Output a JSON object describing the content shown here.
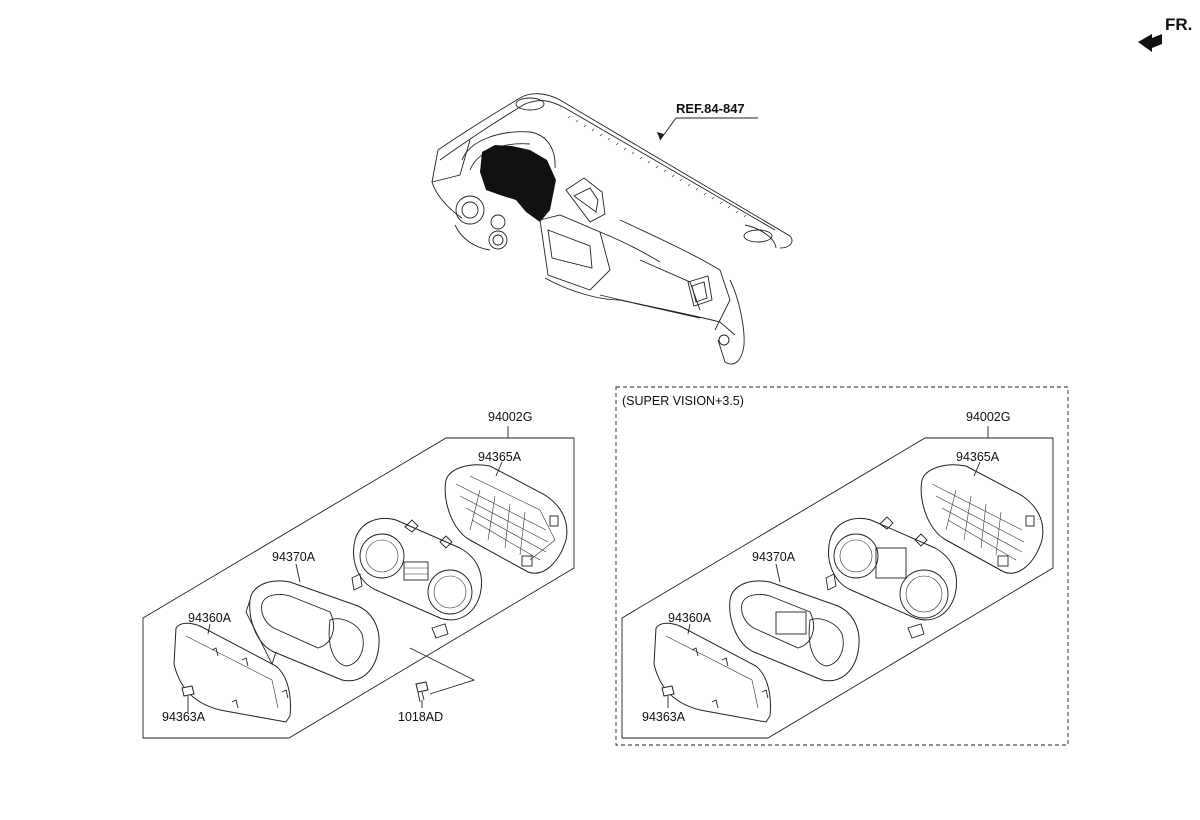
{
  "orientation": {
    "label": "FR.",
    "arrow_icon": "front-direction-arrow-icon"
  },
  "reference": {
    "label": "REF.84-847"
  },
  "standard_group": {
    "assembly": "94002G",
    "rear_case": "94365A",
    "gauge_unit": "",
    "lens_mask": "94370A",
    "glass_window": "94360A",
    "clip": "94363A",
    "screw": "1018AD"
  },
  "supervision_group": {
    "title": "(SUPER VISION+3.5)",
    "assembly": "94002G",
    "rear_case": "94365A",
    "lens_mask": "94370A",
    "glass_window": "94360A",
    "clip": "94363A"
  },
  "colors": {
    "line": "#222222",
    "fill_dark": "#111111",
    "background": "#ffffff"
  }
}
